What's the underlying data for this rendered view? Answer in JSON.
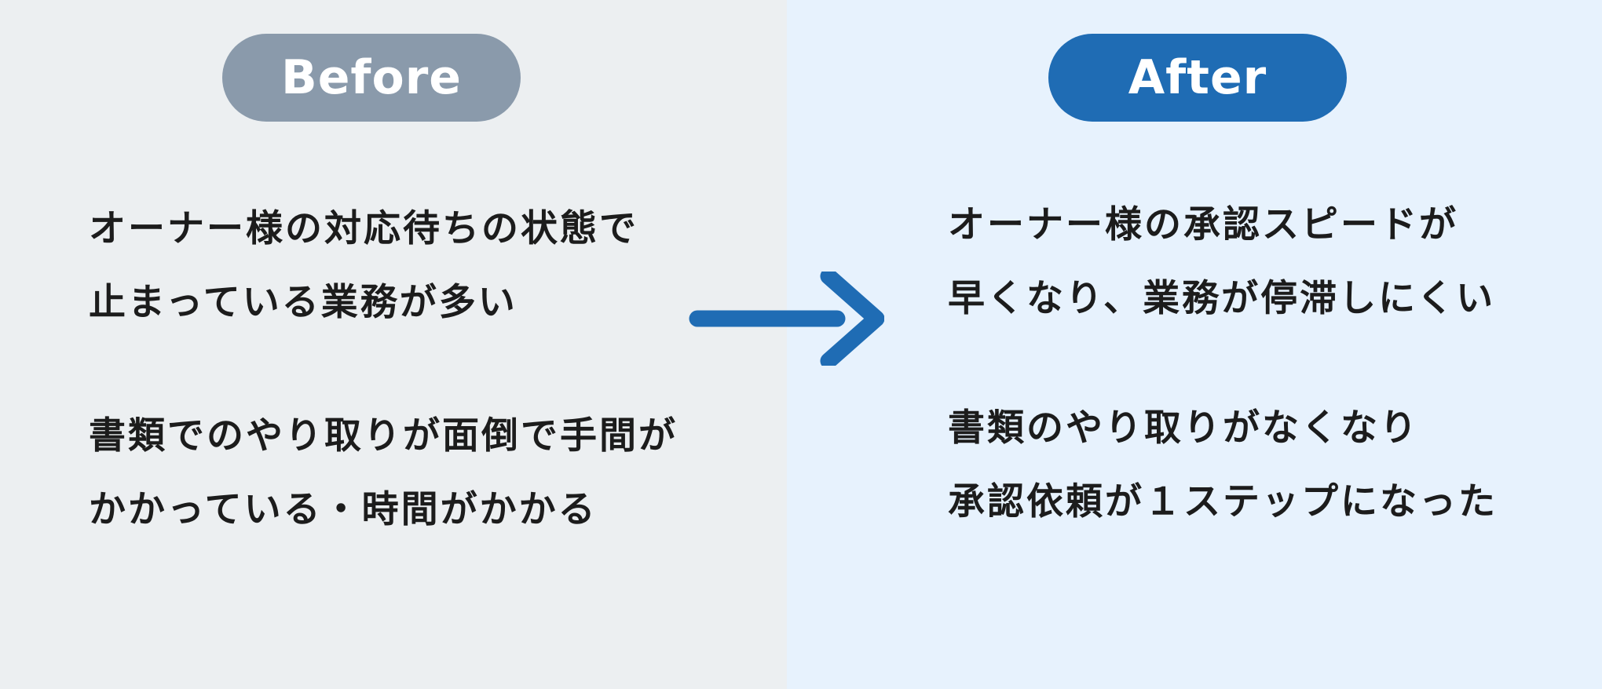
{
  "before": {
    "label": "Before",
    "badge_color": "#8A9AAB",
    "background_color": "#ECEFF1",
    "points": [
      {
        "lines": [
          "オーナー様の対応待ちの状態で",
          "止まっている業務が多い"
        ]
      },
      {
        "lines": [
          "書類でのやり取りが面倒で手間が",
          "かかっている・時間がかかる"
        ]
      }
    ]
  },
  "after": {
    "label": "After",
    "badge_color": "#1F6CB4",
    "background_color": "#E7F2FD",
    "points": [
      {
        "lines": [
          "オーナー様の承認スピードが",
          "早くなり、業務が停滞しにくい"
        ]
      },
      {
        "lines": [
          "書類のやり取りがなくなり",
          "承認依頼が１ステップになった"
        ]
      }
    ]
  },
  "arrow": {
    "name": "right-arrow",
    "color": "#1F6CB4"
  },
  "text_color": "#1C1C1C"
}
